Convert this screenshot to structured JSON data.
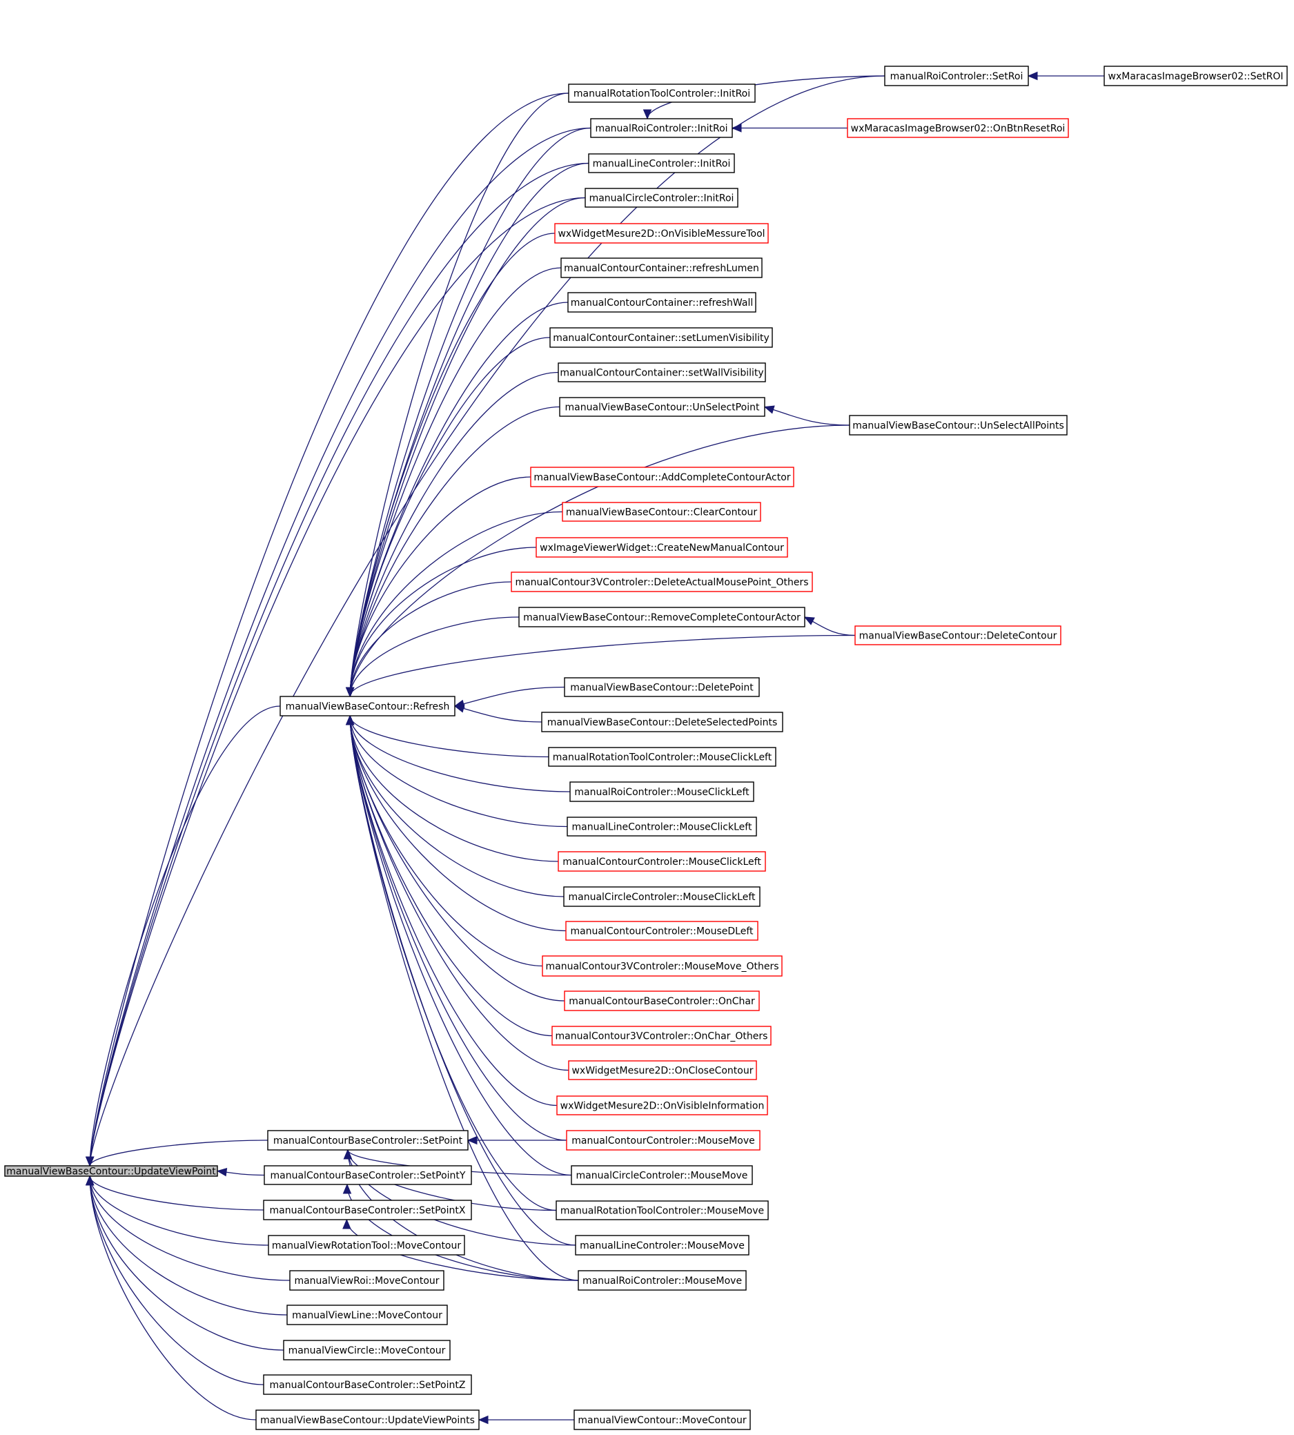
{
  "graph": {
    "edge_color": "#191970",
    "node_border_color": "#000000",
    "external_node_border_color": "#ff0000",
    "root_fill_color": "#bfbfbf",
    "nodes": [
      {
        "id": "n0",
        "label": "manualViewBaseContour::UpdateViewPoint",
        "style": "root"
      },
      {
        "id": "n1",
        "label": "manualRoiControler::SetRoi",
        "style": "normal"
      },
      {
        "id": "n2",
        "label": "wxMaracasImageBrowser02::SetROI",
        "style": "normal"
      },
      {
        "id": "n3",
        "label": "manualRotationToolControler::InitRoi",
        "style": "normal"
      },
      {
        "id": "n4",
        "label": "manualRoiControler::InitRoi",
        "style": "normal"
      },
      {
        "id": "n5",
        "label": "wxMaracasImageBrowser02::OnBtnResetRoi",
        "style": "external"
      },
      {
        "id": "n6",
        "label": "manualLineControler::InitRoi",
        "style": "normal"
      },
      {
        "id": "n7",
        "label": "manualCircleControler::InitRoi",
        "style": "normal"
      },
      {
        "id": "n8",
        "label": "wxWidgetMesure2D::OnVisibleMessureTool",
        "style": "external"
      },
      {
        "id": "n9",
        "label": "manualContourContainer::refreshLumen",
        "style": "normal"
      },
      {
        "id": "n10",
        "label": "manualContourContainer::refreshWall",
        "style": "normal"
      },
      {
        "id": "n11",
        "label": "manualContourContainer::setLumenVisibility",
        "style": "normal"
      },
      {
        "id": "n12",
        "label": "manualContourContainer::setWallVisibility",
        "style": "normal"
      },
      {
        "id": "n13",
        "label": "manualViewBaseContour::UnSelectPoint",
        "style": "normal"
      },
      {
        "id": "n14",
        "label": "manualViewBaseContour::UnSelectAllPoints",
        "style": "normal"
      },
      {
        "id": "n15",
        "label": "manualViewBaseContour::AddCompleteContourActor",
        "style": "external"
      },
      {
        "id": "n16",
        "label": "manualViewBaseContour::ClearContour",
        "style": "external"
      },
      {
        "id": "n17",
        "label": "wxImageViewerWidget::CreateNewManualContour",
        "style": "external"
      },
      {
        "id": "n18",
        "label": "manualContour3VControler::DeleteActualMousePoint_Others",
        "style": "external"
      },
      {
        "id": "n19",
        "label": "manualViewBaseContour::RemoveCompleteContourActor",
        "style": "normal"
      },
      {
        "id": "n20",
        "label": "manualViewBaseContour::DeleteContour",
        "style": "external"
      },
      {
        "id": "n21",
        "label": "manualViewBaseContour::Refresh",
        "style": "normal"
      },
      {
        "id": "n22",
        "label": "manualViewBaseContour::DeletePoint",
        "style": "normal"
      },
      {
        "id": "n23",
        "label": "manualViewBaseContour::DeleteSelectedPoints",
        "style": "normal"
      },
      {
        "id": "n24",
        "label": "manualRotationToolControler::MouseClickLeft",
        "style": "normal"
      },
      {
        "id": "n25",
        "label": "manualRoiControler::MouseClickLeft",
        "style": "normal"
      },
      {
        "id": "n26",
        "label": "manualLineControler::MouseClickLeft",
        "style": "normal"
      },
      {
        "id": "n27",
        "label": "manualContourControler::MouseClickLeft",
        "style": "external"
      },
      {
        "id": "n28",
        "label": "manualCircleControler::MouseClickLeft",
        "style": "normal"
      },
      {
        "id": "n29",
        "label": "manualContourControler::MouseDLeft",
        "style": "external"
      },
      {
        "id": "n30",
        "label": "manualContour3VControler::MouseMove_Others",
        "style": "external"
      },
      {
        "id": "n31",
        "label": "manualContourBaseControler::OnChar",
        "style": "external"
      },
      {
        "id": "n32",
        "label": "manualContour3VControler::OnChar_Others",
        "style": "external"
      },
      {
        "id": "n33",
        "label": "wxWidgetMesure2D::OnCloseContour",
        "style": "external"
      },
      {
        "id": "n34",
        "label": "wxWidgetMesure2D::OnVisibleInformation",
        "style": "external"
      },
      {
        "id": "n35",
        "label": "manualContourBaseControler::SetPoint",
        "style": "normal"
      },
      {
        "id": "n36",
        "label": "manualContourControler::MouseMove",
        "style": "external"
      },
      {
        "id": "n37",
        "label": "manualCircleControler::MouseMove",
        "style": "normal"
      },
      {
        "id": "n38",
        "label": "manualContourBaseControler::SetPointY",
        "style": "normal"
      },
      {
        "id": "n39",
        "label": "manualContourBaseControler::SetPointX",
        "style": "normal"
      },
      {
        "id": "n40",
        "label": "manualRotationToolControler::MouseMove",
        "style": "normal"
      },
      {
        "id": "n41",
        "label": "manualViewRotationTool::MoveContour",
        "style": "normal"
      },
      {
        "id": "n42",
        "label": "manualLineControler::MouseMove",
        "style": "normal"
      },
      {
        "id": "n43",
        "label": "manualViewRoi::MoveContour",
        "style": "normal"
      },
      {
        "id": "n44",
        "label": "manualRoiControler::MouseMove",
        "style": "normal"
      },
      {
        "id": "n45",
        "label": "manualViewLine::MoveContour",
        "style": "normal"
      },
      {
        "id": "n46",
        "label": "manualViewCircle::MoveContour",
        "style": "normal"
      },
      {
        "id": "n47",
        "label": "manualContourBaseControler::SetPointZ",
        "style": "normal"
      },
      {
        "id": "n48",
        "label": "manualViewBaseContour::UpdateViewPoints",
        "style": "normal"
      },
      {
        "id": "n49",
        "label": "manualViewContour::MoveContour",
        "style": "normal"
      }
    ],
    "edges": [
      {
        "from": "n1",
        "to": "n0"
      },
      {
        "from": "n3",
        "to": "n0"
      },
      {
        "from": "n4",
        "to": "n0"
      },
      {
        "from": "n6",
        "to": "n0"
      },
      {
        "from": "n7",
        "to": "n0"
      },
      {
        "from": "n21",
        "to": "n0"
      },
      {
        "from": "n35",
        "to": "n0"
      },
      {
        "from": "n38",
        "to": "n0"
      },
      {
        "from": "n39",
        "to": "n0"
      },
      {
        "from": "n41",
        "to": "n0"
      },
      {
        "from": "n43",
        "to": "n0"
      },
      {
        "from": "n45",
        "to": "n0"
      },
      {
        "from": "n46",
        "to": "n0"
      },
      {
        "from": "n47",
        "to": "n0"
      },
      {
        "from": "n48",
        "to": "n0"
      },
      {
        "from": "n2",
        "to": "n1"
      },
      {
        "from": "n1",
        "to": "n4"
      },
      {
        "from": "n5",
        "to": "n4"
      },
      {
        "from": "n14",
        "to": "n13"
      },
      {
        "from": "n20",
        "to": "n19"
      },
      {
        "from": "n3",
        "to": "n21"
      },
      {
        "from": "n4",
        "to": "n21"
      },
      {
        "from": "n6",
        "to": "n21"
      },
      {
        "from": "n7",
        "to": "n21"
      },
      {
        "from": "n8",
        "to": "n21"
      },
      {
        "from": "n9",
        "to": "n21"
      },
      {
        "from": "n10",
        "to": "n21"
      },
      {
        "from": "n11",
        "to": "n21"
      },
      {
        "from": "n12",
        "to": "n21"
      },
      {
        "from": "n13",
        "to": "n21"
      },
      {
        "from": "n14",
        "to": "n21"
      },
      {
        "from": "n15",
        "to": "n21"
      },
      {
        "from": "n16",
        "to": "n21"
      },
      {
        "from": "n17",
        "to": "n21"
      },
      {
        "from": "n18",
        "to": "n21"
      },
      {
        "from": "n19",
        "to": "n21"
      },
      {
        "from": "n20",
        "to": "n21"
      },
      {
        "from": "n22",
        "to": "n21"
      },
      {
        "from": "n23",
        "to": "n21"
      },
      {
        "from": "n24",
        "to": "n21"
      },
      {
        "from": "n25",
        "to": "n21"
      },
      {
        "from": "n26",
        "to": "n21"
      },
      {
        "from": "n27",
        "to": "n21"
      },
      {
        "from": "n28",
        "to": "n21"
      },
      {
        "from": "n29",
        "to": "n21"
      },
      {
        "from": "n30",
        "to": "n21"
      },
      {
        "from": "n31",
        "to": "n21"
      },
      {
        "from": "n32",
        "to": "n21"
      },
      {
        "from": "n33",
        "to": "n21"
      },
      {
        "from": "n34",
        "to": "n21"
      },
      {
        "from": "n36",
        "to": "n21"
      },
      {
        "from": "n37",
        "to": "n21"
      },
      {
        "from": "n40",
        "to": "n21"
      },
      {
        "from": "n42",
        "to": "n21"
      },
      {
        "from": "n44",
        "to": "n21"
      },
      {
        "from": "n36",
        "to": "n35"
      },
      {
        "from": "n37",
        "to": "n35"
      },
      {
        "from": "n40",
        "to": "n35"
      },
      {
        "from": "n42",
        "to": "n35"
      },
      {
        "from": "n44",
        "to": "n35"
      },
      {
        "from": "n44",
        "to": "n38"
      },
      {
        "from": "n44",
        "to": "n39"
      },
      {
        "from": "n49",
        "to": "n48"
      }
    ]
  }
}
